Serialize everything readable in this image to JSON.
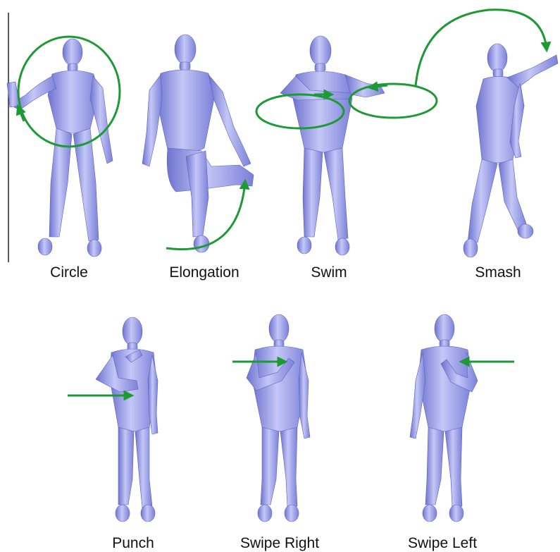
{
  "colors": {
    "figure_fill": "#8f93e6",
    "figure_shade": "#6e73cf",
    "figure_highlight": "#c4c7f6",
    "arrow": "#1e9a35",
    "divider": "#222222",
    "label": "#111111"
  },
  "gestures": [
    {
      "id": "circle",
      "label": "Circle",
      "motion": "circle-arrow"
    },
    {
      "id": "elongation",
      "label": "Elongation",
      "motion": "arc-arrow"
    },
    {
      "id": "swim",
      "label": "Swim",
      "motion": "double-ellipse-arrow"
    },
    {
      "id": "smash",
      "label": "Smash",
      "motion": "arc-arrow"
    },
    {
      "id": "punch",
      "label": "Punch",
      "motion": "straight-arrow-right"
    },
    {
      "id": "swipe-right",
      "label": "Swipe Right",
      "motion": "straight-arrow-right"
    },
    {
      "id": "swipe-left",
      "label": "Swipe Left",
      "motion": "straight-arrow-left"
    }
  ]
}
